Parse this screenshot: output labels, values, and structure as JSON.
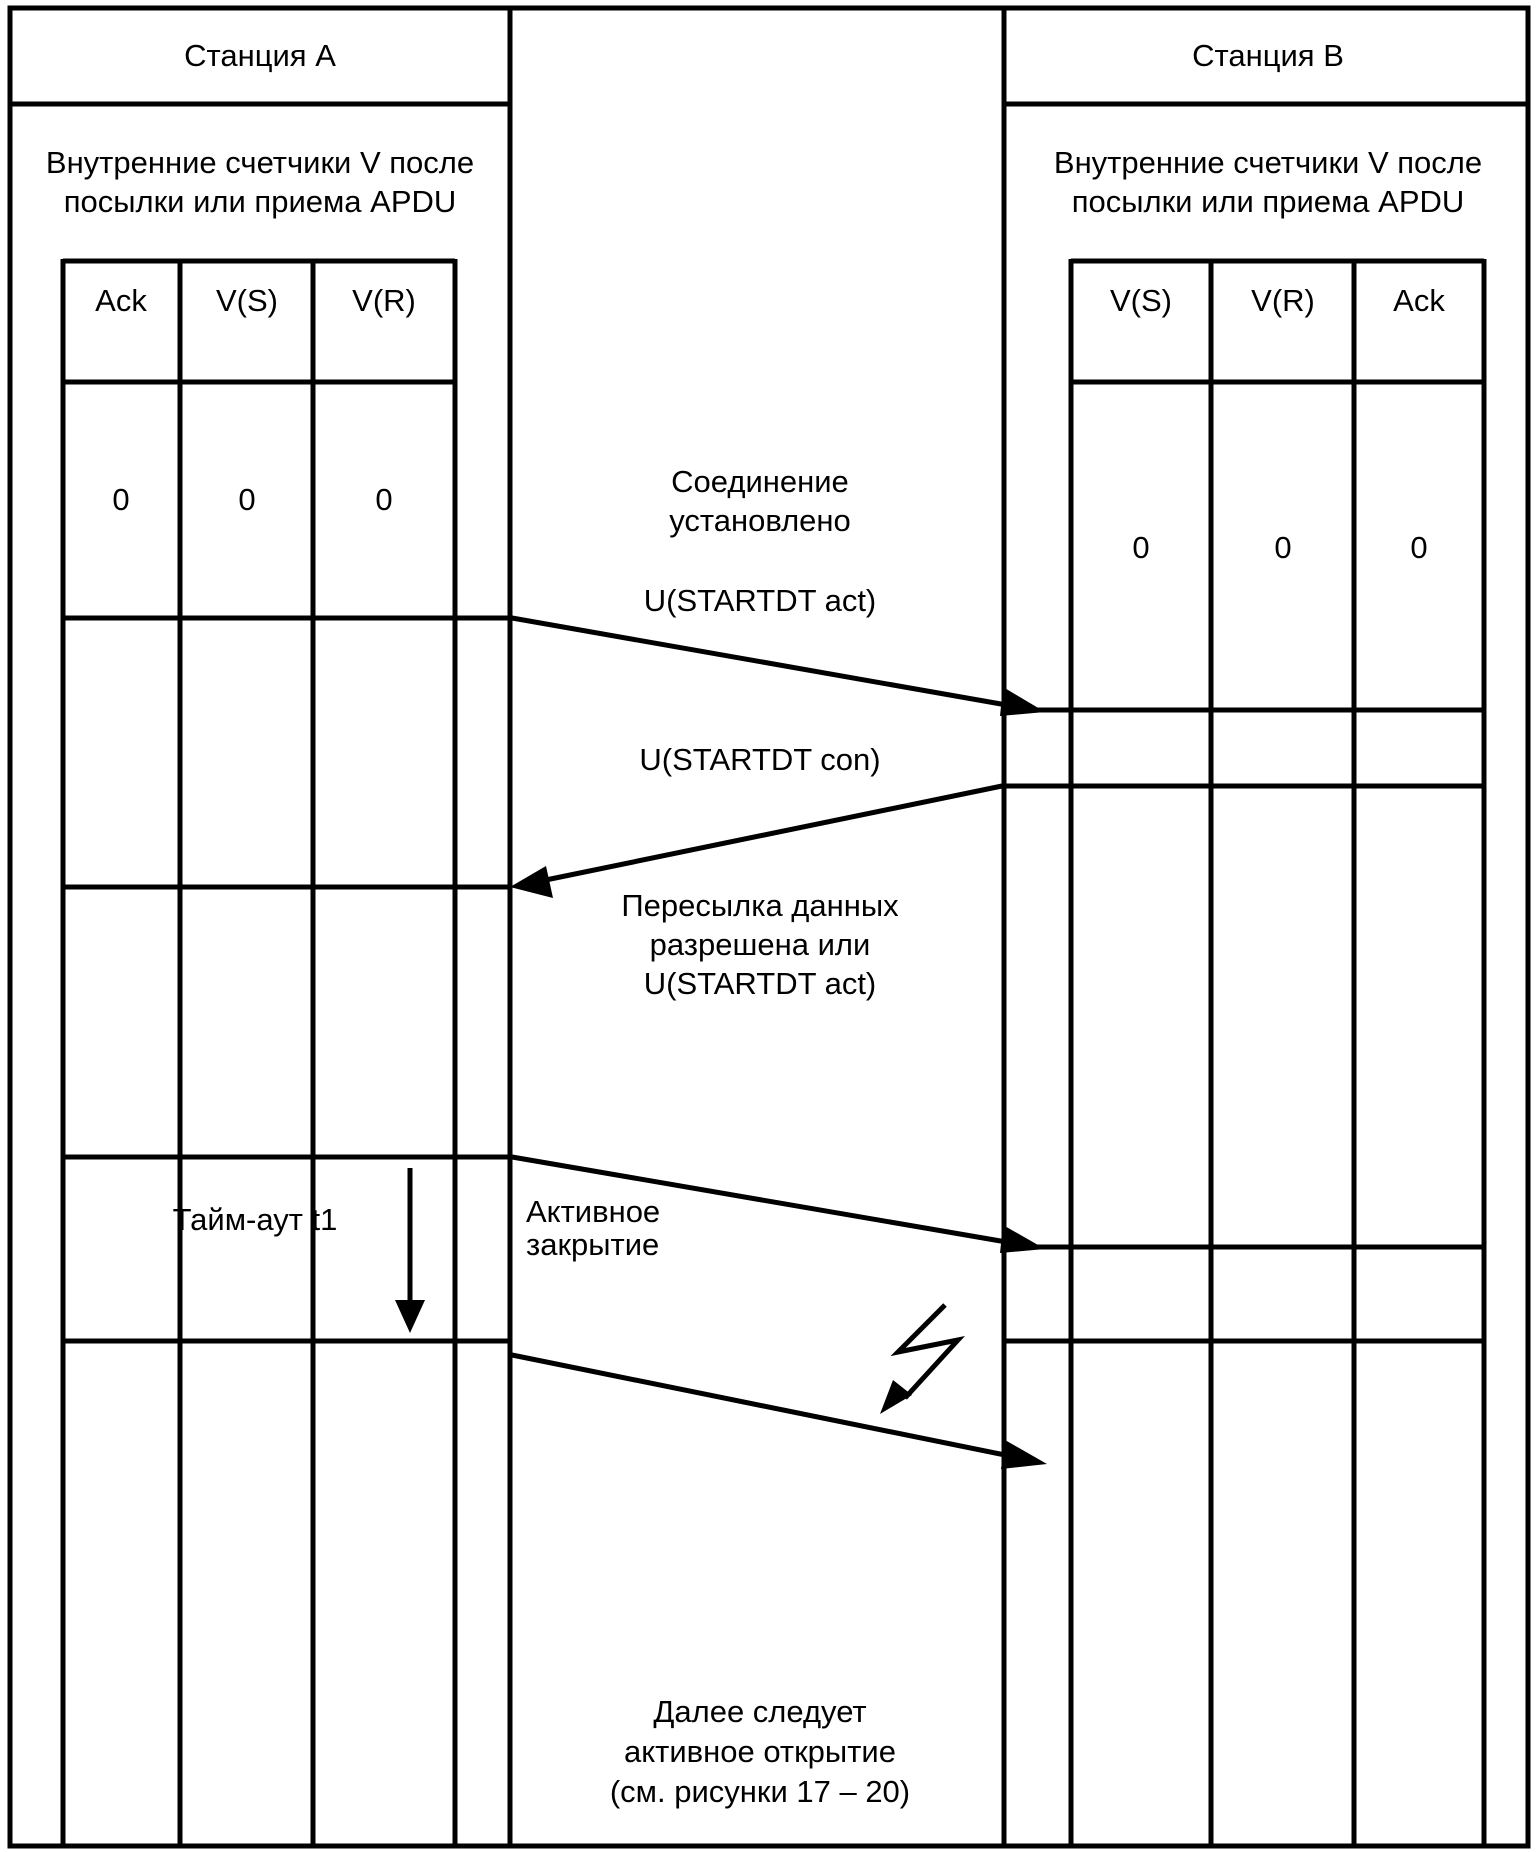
{
  "station_a": {
    "title": "Станция А",
    "caption_line1": "Внутренние счетчики V после",
    "caption_line2": "посылки или приема APDU",
    "columns": [
      "Ack",
      "V(S)",
      "V(R)"
    ],
    "initial_values": [
      "0",
      "0",
      "0"
    ],
    "timeout_label": "Тайм-аут t1"
  },
  "station_b": {
    "title": "Станция В",
    "caption_line1": "Внутренние счетчики V после",
    "caption_line2": "посылки или приема APDU",
    "columns": [
      "V(S)",
      "V(R)",
      "Ack"
    ],
    "initial_values": [
      "0",
      "0",
      "0"
    ]
  },
  "messages": {
    "connection_line1": "Соединение",
    "connection_line2": "установлено",
    "startdt_act": "U(STARTDT act)",
    "startdt_con": "U(STARTDT con)",
    "transfer_line1": "Пересылка данных",
    "transfer_line2": "разрешена или",
    "transfer_line3": "U(STARTDT act)",
    "active_close_line1": "Активное",
    "active_close_line2": "закрытие",
    "next_line1": "Далее следует",
    "next_line2": "активное открытие",
    "next_line3": "(см. рисунки 17 – 20)"
  },
  "colors": {
    "line": "#000000",
    "background": "#ffffff"
  }
}
